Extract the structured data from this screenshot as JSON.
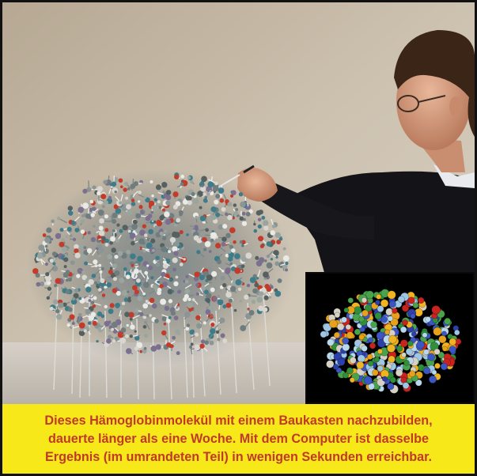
{
  "photo": {
    "main_scene": "molecular-model-photo",
    "inset_scene": "computer-rendered-molecule",
    "colors": {
      "wall": "#c9bda9",
      "sweater": "#141418",
      "caption_bg": "#f7e81a",
      "caption_text": "#c0392b",
      "inset_bg": "#000000"
    }
  },
  "caption": {
    "line1": "Dieses Hämoglobinmolekül mit einem Baukasten nachzubilden,",
    "line2": "dauerte länger als eine Woche. Mit dem Computer ist dasselbe",
    "line3": "Ergebnis (im umrandeten Teil) in wenigen Sekunden erreichbar."
  }
}
